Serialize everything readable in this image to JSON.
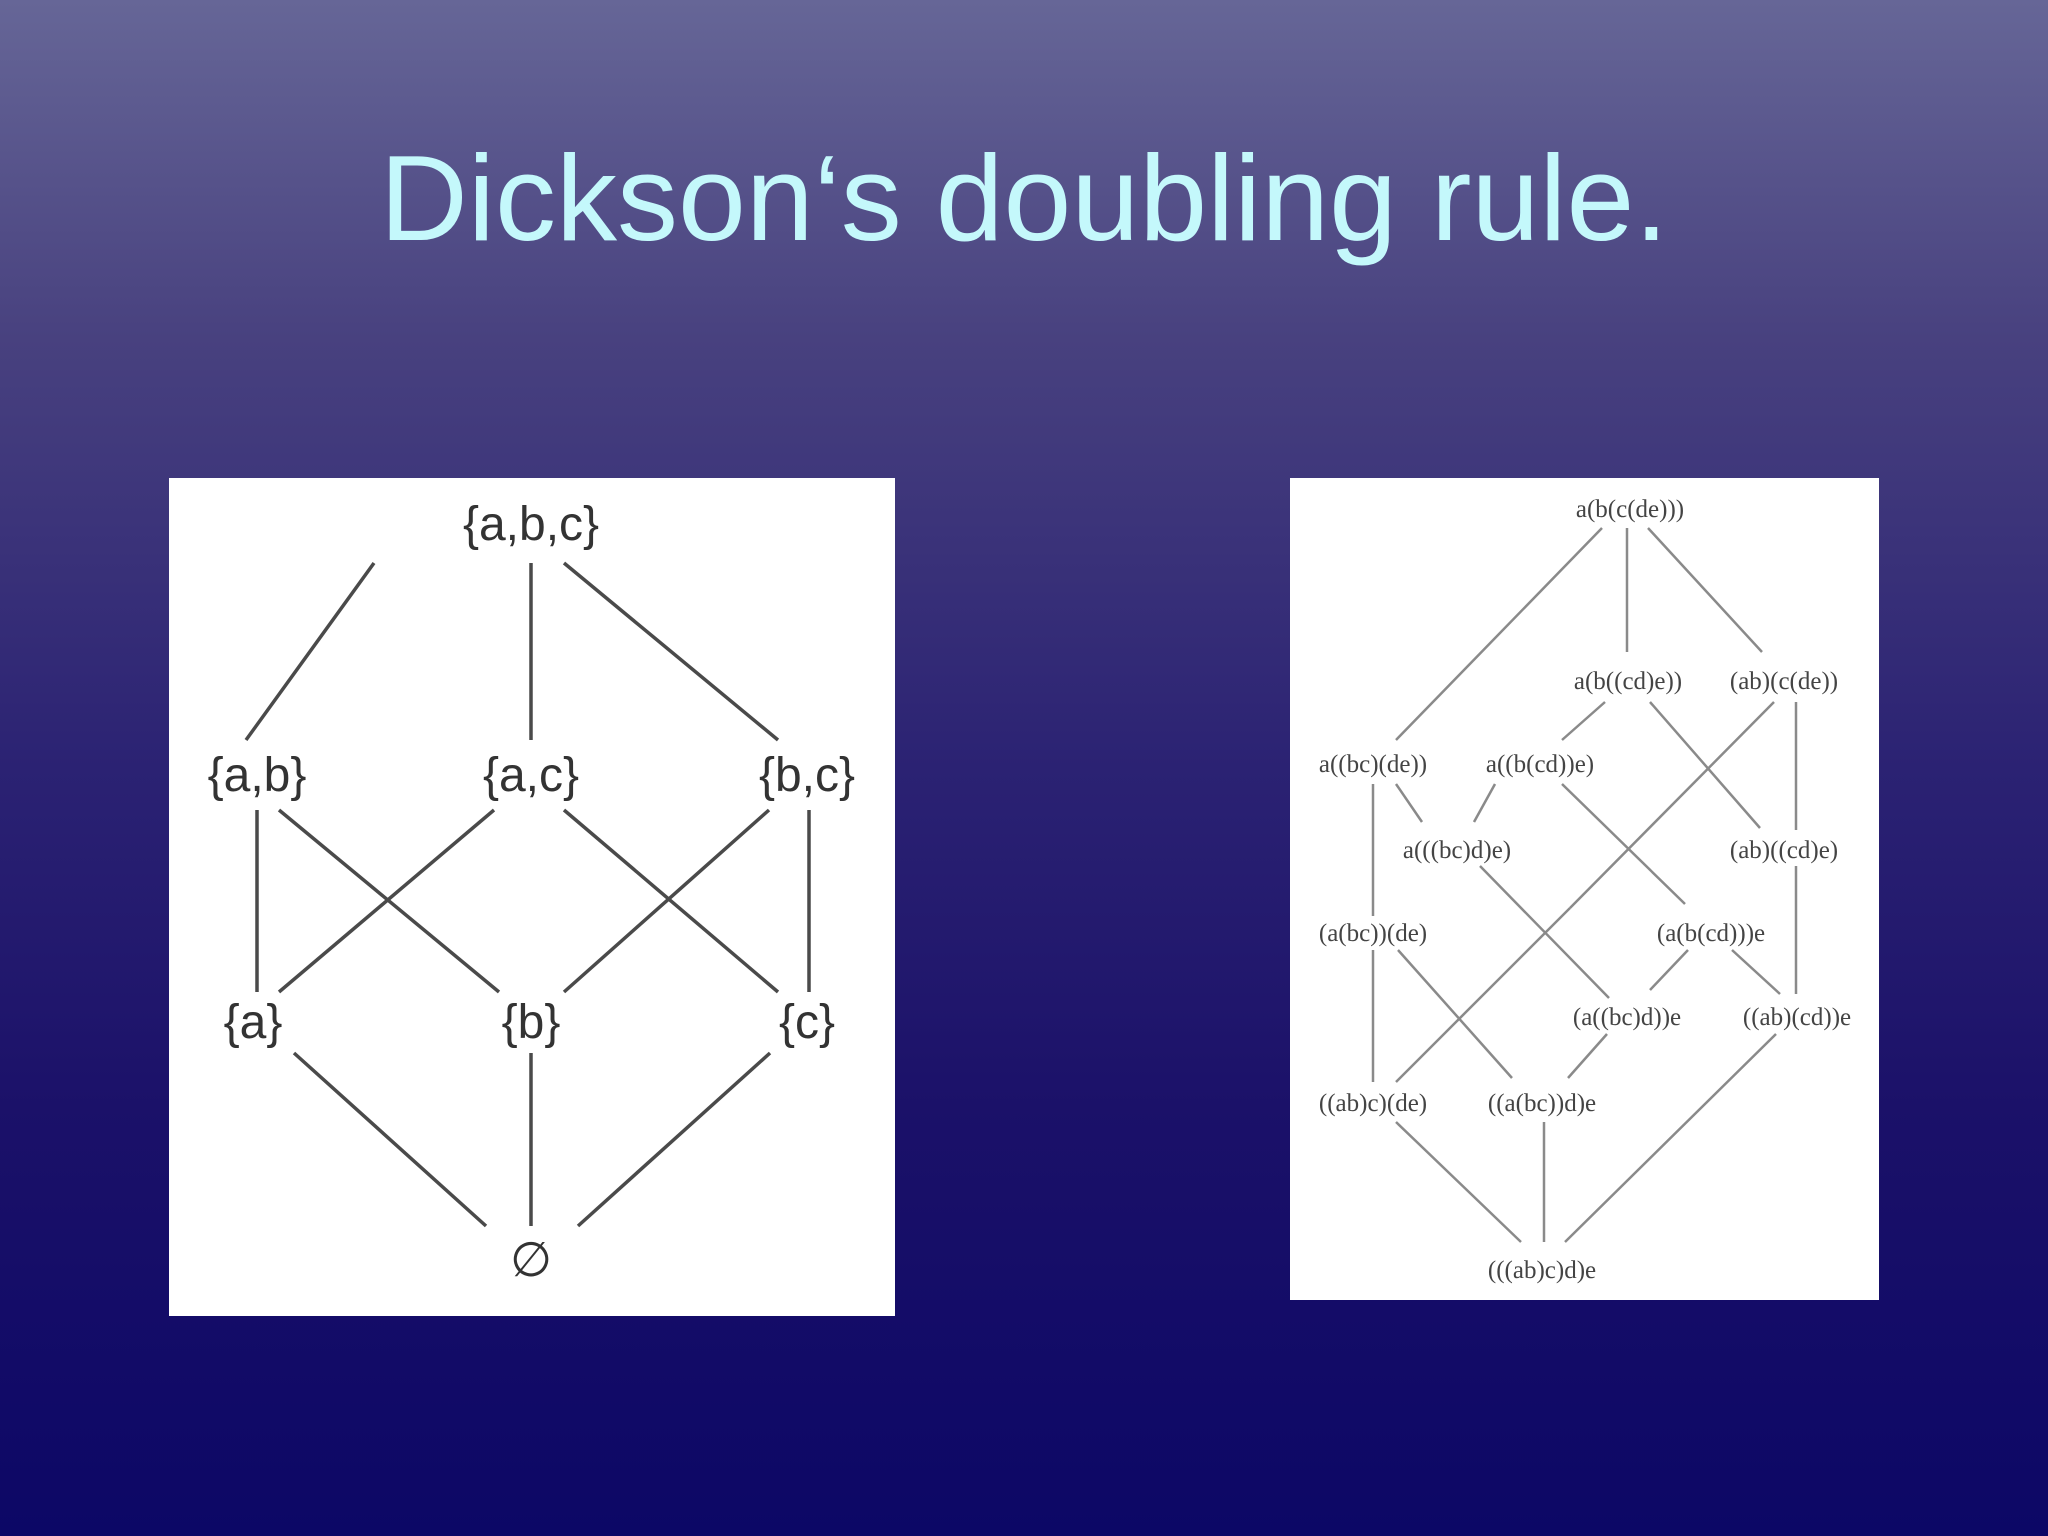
{
  "slide": {
    "title": "Dickson‘s doubling rule."
  },
  "left_diagram": {
    "nodes": [
      "{a,b,c}",
      "{a,b}",
      "{a,c}",
      "{b,c}",
      "{a}",
      "{b}",
      "{c}",
      "∅"
    ]
  },
  "right_diagram": {
    "nodes": [
      "a(b(c(de)))",
      "a(b((cd)e))",
      "(ab)(c(de))",
      "a((bc)(de))",
      "a((b(cd))e)",
      "a(((bc)d)e)",
      "(ab)((cd)e)",
      "(a(bc))(de)",
      "(a(b(cd)))e",
      "(a((bc)d))e",
      "((ab)(cd))e",
      "((ab)c)(de)",
      "((a(bc))d)e",
      "(((ab)c)d)e"
    ]
  }
}
